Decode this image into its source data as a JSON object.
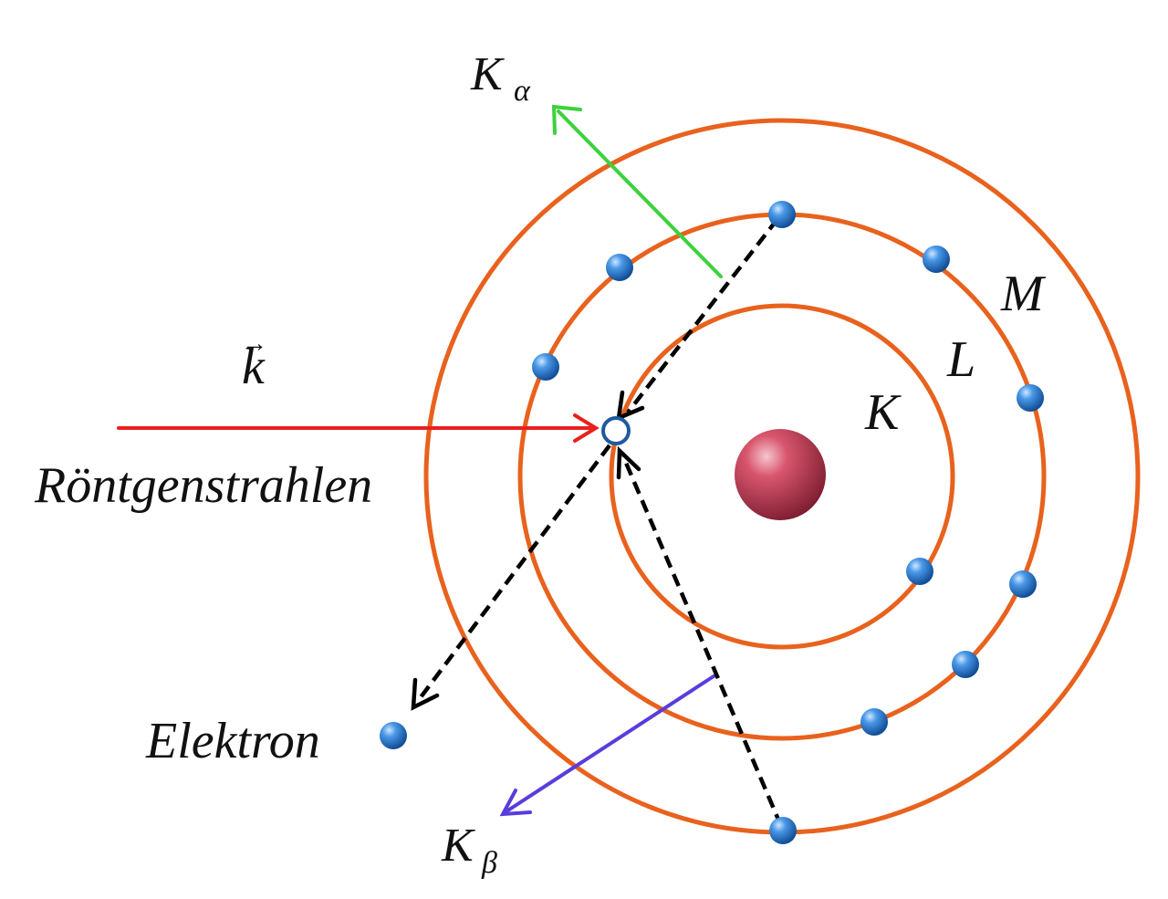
{
  "labels": {
    "k_alpha_base": "K",
    "k_alpha_sub": "α",
    "k_beta_base": "K",
    "k_beta_sub": "β",
    "shell_k": "K",
    "shell_l": "L",
    "shell_m": "M",
    "wave_vector": "k",
    "wave_vector_arrow": "→",
    "xray": "Röntgenstrahlen",
    "electron": "Elektron"
  },
  "colors": {
    "background": "#ffffff",
    "orbit": "#e8621e",
    "xray_arrow": "#e8201e",
    "k_alpha_arrow": "#3cd23c",
    "k_beta_arrow": "#5a3cdc",
    "transition_dash": "#000000",
    "electron": "#2f7fd6",
    "nucleus": "#c8405a",
    "vacancy": "#1e5aa0"
  }
}
